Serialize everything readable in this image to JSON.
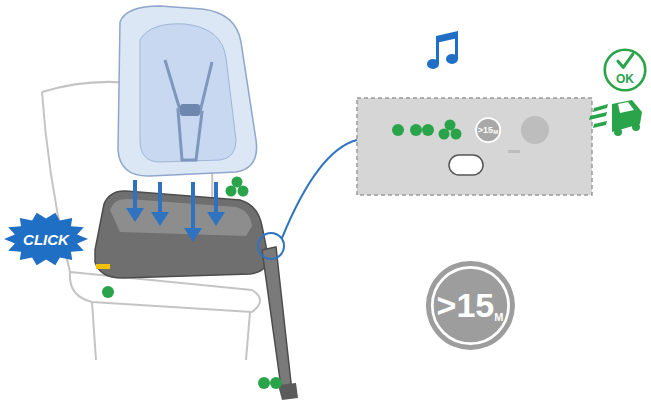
{
  "diagram": {
    "nodes": [
      {
        "text": [
          ">15",
          "M"
        ]
      },
      {
        "text": [
          "OK"
        ]
      },
      {
        "text": [
          "CLICK"
        ]
      },
      {
        "text": [
          ">15",
          "M"
        ]
      }
    ]
  }
}
